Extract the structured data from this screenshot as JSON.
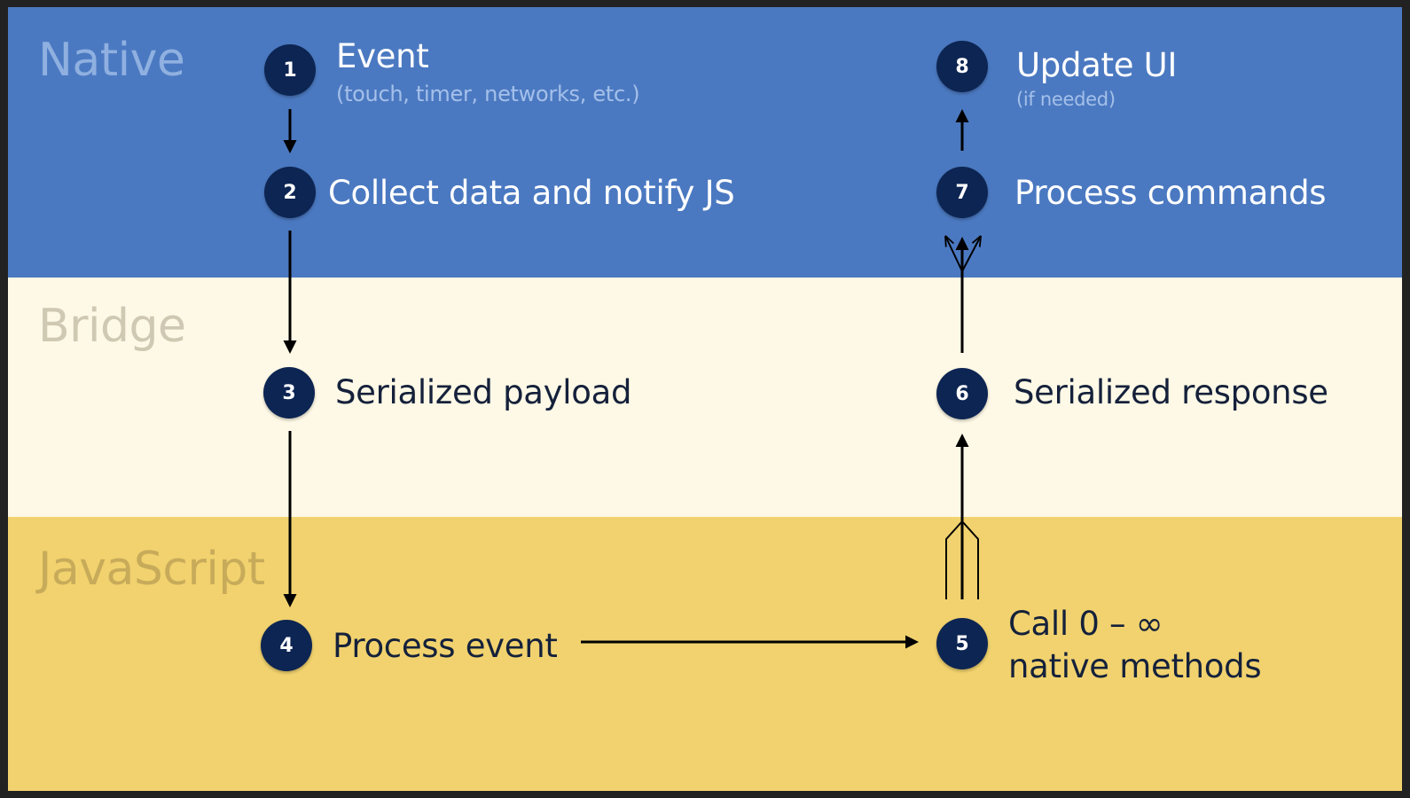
{
  "layers": {
    "native": "Native",
    "bridge": "Bridge",
    "javascript": "JavaScript"
  },
  "steps": {
    "s1": {
      "num": "1",
      "title": "Event",
      "sub": "(touch, timer, networks, etc.)"
    },
    "s2": {
      "num": "2",
      "title": "Collect data and notify JS"
    },
    "s3": {
      "num": "3",
      "title": "Serialized payload"
    },
    "s4": {
      "num": "4",
      "title": "Process event"
    },
    "s5": {
      "num": "5",
      "line1": "Call 0 – ∞",
      "line2": "native methods"
    },
    "s6": {
      "num": "6",
      "title": "Serialized response"
    },
    "s7": {
      "num": "7",
      "title": "Process commands"
    },
    "s8": {
      "num": "8",
      "title": "Update UI",
      "sub": "(if needed)"
    }
  },
  "colors": {
    "native_band": "#4b79c1",
    "bridge_band": "#fef9e6",
    "javascript_band": "#f1d26e",
    "step_circle": "#0d2553"
  }
}
